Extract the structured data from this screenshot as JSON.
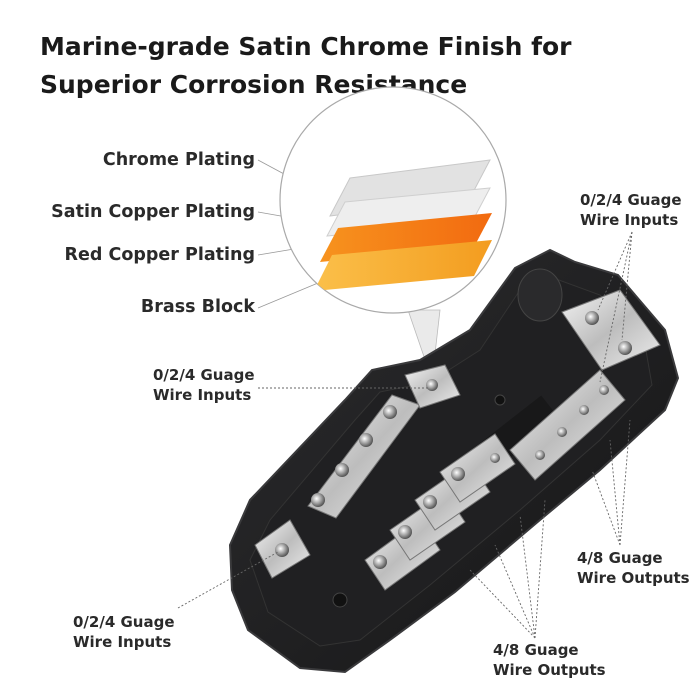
{
  "headline": {
    "line1": "Marine-grade Satin Chrome Finish for",
    "line2": "Superior Corrosion Resistance"
  },
  "layers": [
    {
      "label": "Chrome Plating",
      "color": "#e4e4e4"
    },
    {
      "label": "Satin Copper Plating",
      "color": "#eeeeee"
    },
    {
      "label": "Red Copper Plating",
      "color": "#f7931e"
    },
    {
      "label": "Brass Block",
      "color": "#f9b233"
    }
  ],
  "callouts": {
    "top_right": {
      "line1": "0/2/4 Guage",
      "line2": "Wire Inputs"
    },
    "middle_left": {
      "line1": "0/2/4 Guage",
      "line2": "Wire Inputs"
    },
    "bottom_left": {
      "line1": "0/2/4 Guage",
      "line2": "Wire Inputs"
    },
    "right_outputs": {
      "line1": "4/8 Guage",
      "line2": "Wire Outputs"
    },
    "bottom_outputs": {
      "line1": "4/8 Guage",
      "line2": "Wire Outputs"
    }
  },
  "colors": {
    "housing": "#1c1c1e",
    "housing_edge": "#3a3a3c",
    "chrome": "#d9d9d9",
    "text": "#2a2a2a"
  }
}
